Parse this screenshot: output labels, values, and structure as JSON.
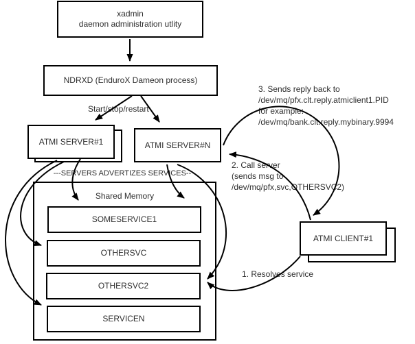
{
  "diagram": {
    "nodes": {
      "xadmin_line1": "xadmin",
      "xadmin_line2": "daemon administration utlity",
      "ndrxd": "NDRXD (EnduroX Dameon process)",
      "server1": "ATMI SERVER#1",
      "serverN": "ATMI SERVER#N",
      "client1": "ATMI CLIENT#1",
      "shared_memory": "Shared Memory"
    },
    "services": [
      "SOMESERVICE1",
      "OTHERSVC",
      "OTHERSVC2",
      "SERVICEN"
    ],
    "annotations": {
      "start_stop_restart": "Start/stop/restart",
      "advertise": "---SERVERS ADVERTIZES SERVICES--",
      "step1": "1. Resolves service",
      "step2_line1": "2. Call server",
      "step2_line2": "(sends msg to",
      "step2_line3": "/dev/mq/pfx,svc,OTHERSVC2)",
      "step3_line1": "3. Sends reply back to",
      "step3_line2": "/dev/mq/pfx.clt.reply.atmiclient1.PID",
      "step3_line3": "for example:",
      "step3_line4": "/dev/mq/bank.clt.reply.mybinary.9994"
    },
    "colors": {
      "line": "#000000",
      "text": "#2e2e2e",
      "box_border": "#000000",
      "box_background": "#ffffff"
    }
  }
}
